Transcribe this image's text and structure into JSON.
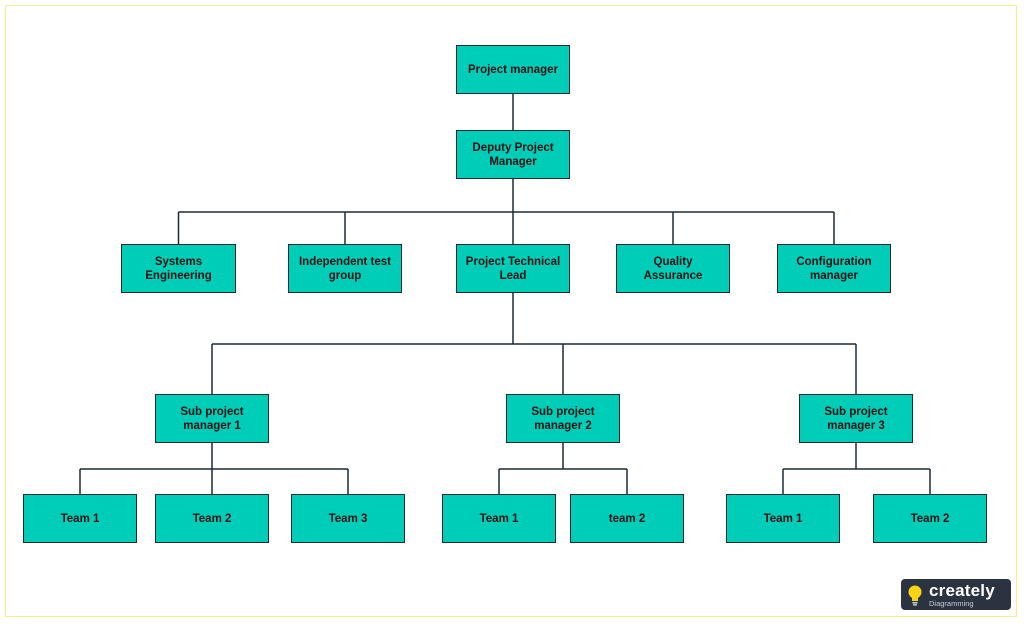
{
  "colors": {
    "node_fill": "#00cdb8",
    "node_border": "#1d2a33",
    "line": "#1d2a33"
  },
  "nodes": {
    "pm": "Project manager",
    "deputy": "Deputy Project Manager",
    "sys_eng": "Systems Engineering",
    "ind_test": "Independent test group",
    "tech_lead": "Project Technical Lead",
    "qa": "Quality Assurance",
    "config": "Configuration manager",
    "sub1": "Sub project manager 1",
    "sub2": "Sub project manager 2",
    "sub3": "Sub project manager 3",
    "s1_team1": "Team 1",
    "s1_team2": "Team 2",
    "s1_team3": "Team 3",
    "s2_team1": "Team 1",
    "s2_team2": "team 2",
    "s3_team1": "Team 1",
    "s3_team2": "Team 2"
  },
  "edges": [
    [
      "pm",
      "deputy"
    ],
    [
      "deputy",
      "sys_eng"
    ],
    [
      "deputy",
      "ind_test"
    ],
    [
      "deputy",
      "tech_lead"
    ],
    [
      "deputy",
      "qa"
    ],
    [
      "deputy",
      "config"
    ],
    [
      "tech_lead",
      "sub1"
    ],
    [
      "tech_lead",
      "sub2"
    ],
    [
      "tech_lead",
      "sub3"
    ],
    [
      "sub1",
      "s1_team1"
    ],
    [
      "sub1",
      "s1_team2"
    ],
    [
      "sub1",
      "s1_team3"
    ],
    [
      "sub2",
      "s2_team1"
    ],
    [
      "sub2",
      "s2_team2"
    ],
    [
      "sub3",
      "s3_team1"
    ],
    [
      "sub3",
      "s3_team2"
    ]
  ],
  "logo": {
    "brand": "creately",
    "tagline": "Diagramming",
    "icon": "lightbulb-icon"
  }
}
